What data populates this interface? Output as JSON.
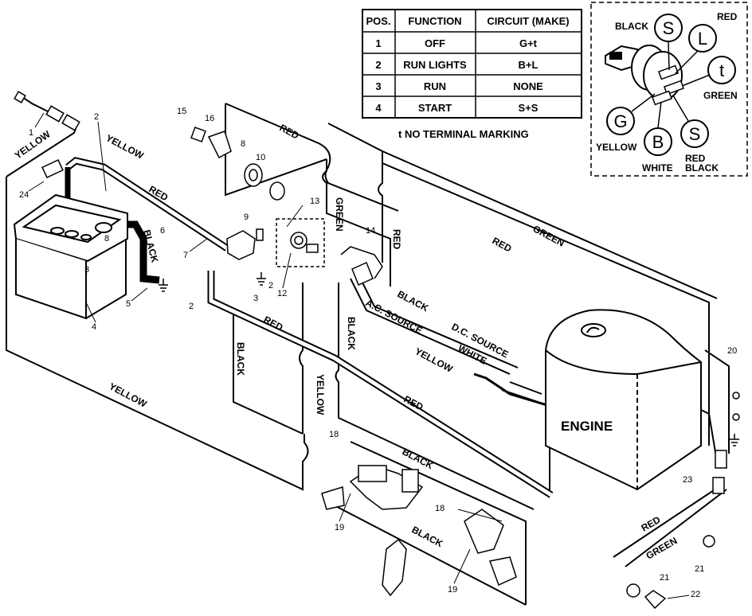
{
  "switch_table": {
    "headers": [
      "POS.",
      "FUNCTION",
      "CIRCUIT (MAKE)"
    ],
    "rows": [
      {
        "pos": "1",
        "function": "OFF",
        "circuit": "G+t"
      },
      {
        "pos": "2",
        "function": "RUN LIGHTS",
        "circuit": "B+L"
      },
      {
        "pos": "3",
        "function": "RUN",
        "circuit": "NONE"
      },
      {
        "pos": "4",
        "function": "START",
        "circuit": "S+S"
      }
    ],
    "note": "t NO TERMINAL MARKING"
  },
  "ignition_switch_inset": {
    "terminals": [
      "S",
      "L",
      "t",
      "G",
      "B",
      "S"
    ],
    "wire_labels": {
      "black": "BLACK",
      "red": "RED",
      "green": "GREEN",
      "yellow": "YELLOW",
      "white": "WHITE",
      "red_line1": "RED",
      "black_line2": "BLACK"
    }
  },
  "engine_label": "ENGINE",
  "wire_labels": {
    "yellow_top_left": "YELLOW",
    "yellow_top": "YELLOW",
    "red_top": "RED",
    "red_harness": "RED",
    "black_battery": "BLACK",
    "green_vertical": "GREEN",
    "red_vertical": "RED",
    "green_right": "GREEN",
    "red_right": "RED",
    "black_mid": "BLACK",
    "ac_source": "A.C. SOURCE",
    "dc_source": "D.C. SOURCE",
    "white_mid": "WHITE",
    "yellow_mid": "YELLOW",
    "red_lower": "RED",
    "black_left_vertical": "BLACK",
    "black_center_vertical": "BLACK",
    "yellow_center_vertical": "YELLOW",
    "red_cable_main": "RED",
    "yellow_bottom": "YELLOW",
    "black_lower1": "BLACK",
    "black_lower2": "BLACK",
    "red_light": "RED",
    "green_light": "GREEN"
  },
  "callouts": {
    "c1": "1",
    "c2a": "2",
    "c2b": "2",
    "c2c": "2",
    "c3a": "3",
    "c3b": "3",
    "c4": "4",
    "c5": "5",
    "c6": "6",
    "c7": "7",
    "c8": "8",
    "c8b": "8",
    "c9": "9",
    "c10": "10",
    "c12": "12",
    "c13": "13",
    "c14": "14",
    "c15": "15",
    "c16": "16",
    "c18a": "18",
    "c18b": "18",
    "c19a": "19",
    "c19b": "19",
    "c20": "20",
    "c21a": "21",
    "c21b": "21",
    "c22": "22",
    "c23": "23",
    "c24": "24"
  }
}
